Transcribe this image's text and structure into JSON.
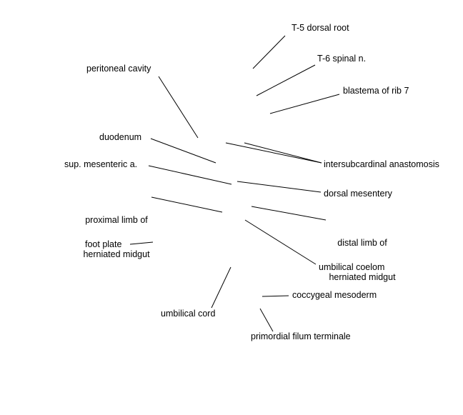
{
  "labels": {
    "t5_dorsal_root": "T-5 dorsal root",
    "t6_spinal_n": "T-6 spinal n.",
    "blastema_rib7": "blastema of rib 7",
    "peritoneal_cavity": "peritoneal cavity",
    "duodenum": "duodenum",
    "intersubcardinal_anastomosis": "intersubcardinal anastomosis",
    "sup_mesenteric_a": "sup. mesenteric a.",
    "dorsal_mesentery": "dorsal mesentery",
    "proximal_limb_line1": "proximal limb of",
    "proximal_limb_line2": "herniated midgut",
    "distal_limb_line1": "distal limb of",
    "distal_limb_line2": "herniated midgut",
    "foot_plate": "foot plate",
    "umbilical_coelom": "umbilical coelom",
    "coccygeal_mesoderm": "coccygeal mesoderm",
    "umbilical_cord": "umbilical cord",
    "primordial_filum_terminale": "primordial filum terminale"
  },
  "colors": {
    "background": "#ffffff",
    "ink": "#000000"
  }
}
